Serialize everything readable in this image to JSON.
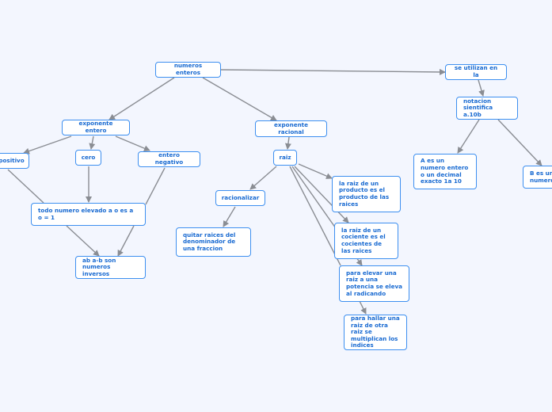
{
  "nodes": {
    "numeros_enteros": "numeros enteros",
    "exponente_entero": "exponente entero",
    "positivo": "positivo",
    "cero": "cero",
    "entero_negativo": "entero negativo",
    "todo_numero": "todo numero elevado a o es a o = 1",
    "inversos": "ab a-b son numeros inversos",
    "exponente_racional": "exponente racional",
    "raiz": "raiz",
    "racionalizar": "racionalizar",
    "quitar_raices": "quitar raices del denominador de una fraccion",
    "raiz_producto": "la raiz de un producto es el producto de las raices",
    "raiz_cociente": "la raiz de un cociente es el cocientes de las raices",
    "elevar_raiz": "para elevar una raiz a una potencia se eleva al radicando",
    "hallar_raiz": "para hallar una raiz de otra raiz se multiplican los indices",
    "se_utilizan": "se utilizan en la",
    "notacion": "notacion sientifica a.10b",
    "a_es": "A es un numero entero o un decimal exacto 1a 10",
    "b_es": "B es un numero"
  },
  "colors": {
    "background": "#f3f6fe",
    "border": "#3d8ff0",
    "text": "#1769d1",
    "edge": "#8a8d93"
  }
}
